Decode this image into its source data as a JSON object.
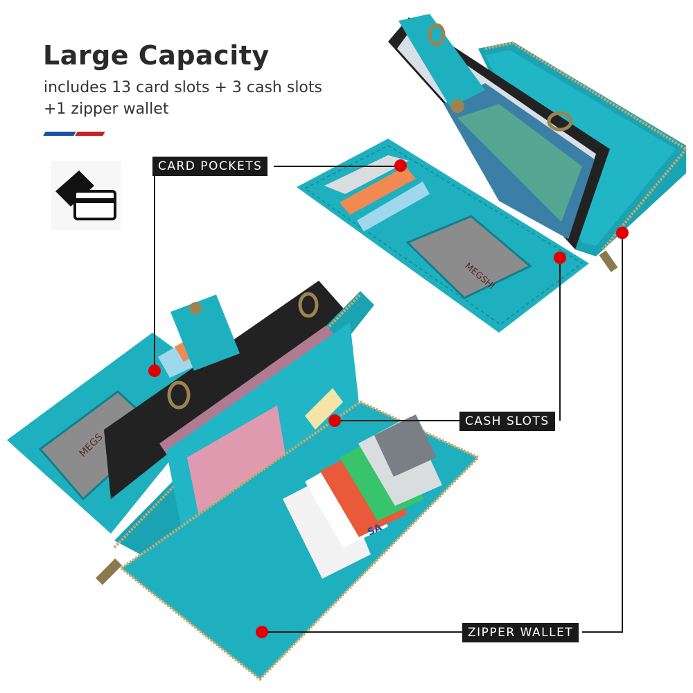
{
  "heading": {
    "title": "Large Capacity",
    "line1": "includes 13 card slots + 3 cash slots",
    "line2": "+1 zipper wallet"
  },
  "callouts": {
    "card_pockets": "CARD POCKETS",
    "cash_slots": "CASH SLOTS",
    "zipper_wallet": "ZIPPER WALLET"
  },
  "product_marks": {
    "brand_upper": "MEGSHI",
    "brand_lower": "MEGS",
    "card_text": "SA"
  },
  "colors": {
    "wallet": "#1fb0c0",
    "wallet_dark": "#128899",
    "callout_dot": "#e00000",
    "label_bg": "#1a1a1a",
    "flag_blue": "#1d4fa3",
    "flag_red": "#c62128"
  },
  "icons": [
    "card-holder-icon"
  ]
}
